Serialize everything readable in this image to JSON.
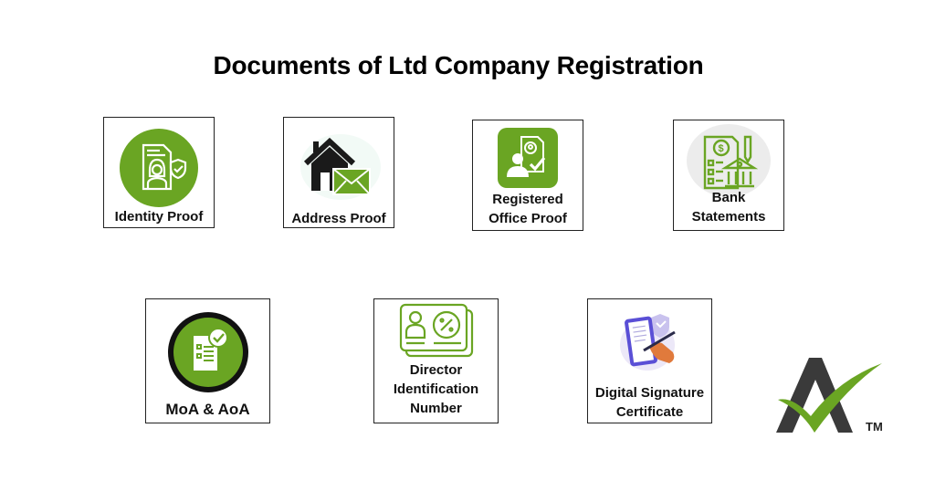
{
  "title": "Documents of Ltd Company Registration",
  "colors": {
    "accent_green": "#6aa523",
    "dark": "#1a1a1a",
    "logo_gray": "#3a3a3a",
    "orange": "#e07a3c",
    "purple": "#5a4fd6"
  },
  "documents": [
    {
      "label": "Identity Proof",
      "icon": "identity-person-shield-icon"
    },
    {
      "label": "Address Proof",
      "icon": "house-envelope-icon"
    },
    {
      "label_line1": "Registered",
      "label_line2": "Office Proof",
      "icon": "person-document-check-icon"
    },
    {
      "label_line1": "Bank",
      "label_line2": "Statements",
      "icon": "bank-statement-icon"
    },
    {
      "label": "MoA & AoA",
      "icon": "document-check-circle-icon"
    },
    {
      "label_line1": "Director",
      "label_line2": "Identification",
      "label_line3": "Number",
      "icon": "id-card-icon"
    },
    {
      "label_line1": "Digital Signature",
      "label_line2": "Certificate",
      "icon": "phone-signature-icon"
    }
  ],
  "logo": {
    "trademark": "TM"
  }
}
